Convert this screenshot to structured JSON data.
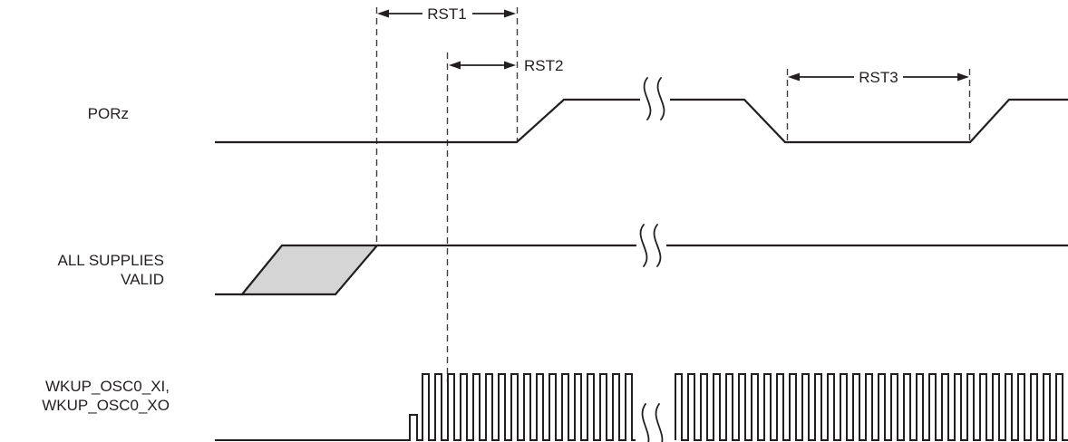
{
  "diagram": {
    "type": "timing-diagram",
    "signals": {
      "porz": {
        "label": "PORz"
      },
      "supplies": {
        "label_line1": "ALL SUPPLIES",
        "label_line2": "VALID"
      },
      "osc": {
        "label_line1": "WKUP_OSC0_XI,",
        "label_line2": "WKUP_OSC0_XO"
      }
    },
    "timings": {
      "rst1": "RST1",
      "rst2": "RST2",
      "rst3": "RST3"
    },
    "colors": {
      "line": "#231f20",
      "ramp_fill": "#d5d5d6",
      "background": "#ffffff"
    }
  }
}
